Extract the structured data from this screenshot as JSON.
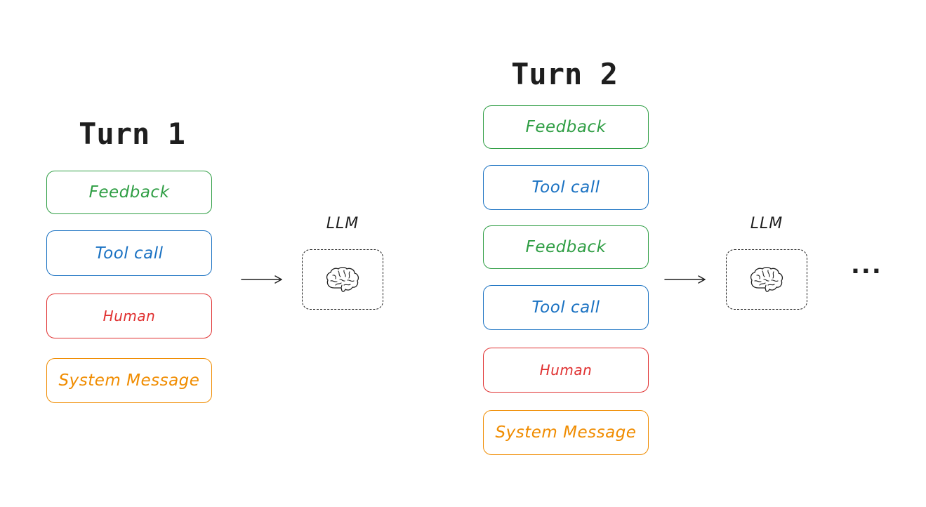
{
  "turn1": {
    "title": "Turn 1",
    "messages": [
      {
        "label": "Feedback",
        "kind": "feedback"
      },
      {
        "label": "Tool call",
        "kind": "tool"
      },
      {
        "label": "Human",
        "kind": "human"
      },
      {
        "label": "System Message",
        "kind": "system"
      }
    ],
    "llm_label": "LLM"
  },
  "turn2": {
    "title": "Turn 2",
    "messages": [
      {
        "label": "Feedback",
        "kind": "feedback"
      },
      {
        "label": "Tool call",
        "kind": "tool"
      },
      {
        "label": "Feedback",
        "kind": "feedback"
      },
      {
        "label": "Tool call",
        "kind": "tool"
      },
      {
        "label": "Human",
        "kind": "human"
      },
      {
        "label": "System Message",
        "kind": "system"
      }
    ],
    "llm_label": "LLM"
  },
  "continuation": "...",
  "colors": {
    "feedback": "#2f9e44",
    "tool": "#1971c2",
    "human": "#e03131",
    "system": "#f08c00",
    "ink": "#1e1e1e"
  },
  "icons": {
    "llm": "brain-icon",
    "flow": "arrow-right-icon"
  }
}
